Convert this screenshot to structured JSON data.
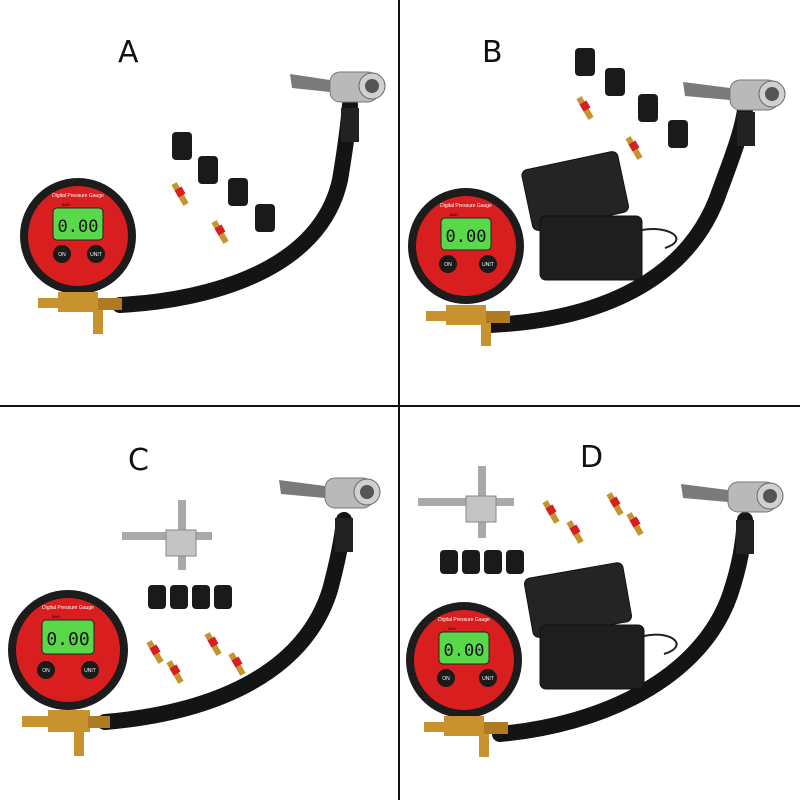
{
  "panels": [
    {
      "id": "A",
      "label": "A",
      "gauge": {
        "title": "Digital Pressure Gauge",
        "unit": "BAR",
        "reading": "0.00",
        "button_left": "ON",
        "button_right": "UNIT"
      },
      "accessories": [
        "valve-caps",
        "valve-cores"
      ]
    },
    {
      "id": "B",
      "label": "B",
      "gauge": {
        "title": "Digital Pressure Gauge",
        "unit": "BAR",
        "reading": "0.00",
        "button_left": "ON",
        "button_right": "UNIT"
      },
      "accessories": [
        "valve-caps",
        "valve-cores",
        "storage-case"
      ]
    },
    {
      "id": "C",
      "label": "C",
      "gauge": {
        "title": "Digital Pressure Gauge",
        "unit": "BAR",
        "reading": "0.00",
        "button_left": "ON",
        "button_right": "UNIT"
      },
      "accessories": [
        "valve-tool",
        "valve-caps",
        "valve-cores"
      ]
    },
    {
      "id": "D",
      "label": "D",
      "gauge": {
        "title": "Digital Pressure Gauge",
        "unit": "BAR",
        "reading": "0.00",
        "button_left": "ON",
        "button_right": "UNIT"
      },
      "accessories": [
        "valve-tool",
        "valve-caps",
        "valve-cores",
        "storage-case"
      ]
    }
  ],
  "colors": {
    "divider": "#111111",
    "gauge_red": "#d81e1e",
    "gauge_body": "#1c1c1c",
    "lcd_green": "#59d94a",
    "brass": "#c8922e",
    "hose": "#141414"
  },
  "icons": [
    "tire-gauge-icon",
    "hose-icon",
    "air-chuck-icon",
    "valve-cap-icon",
    "valve-core-icon",
    "valve-tool-icon",
    "storage-case-icon"
  ]
}
